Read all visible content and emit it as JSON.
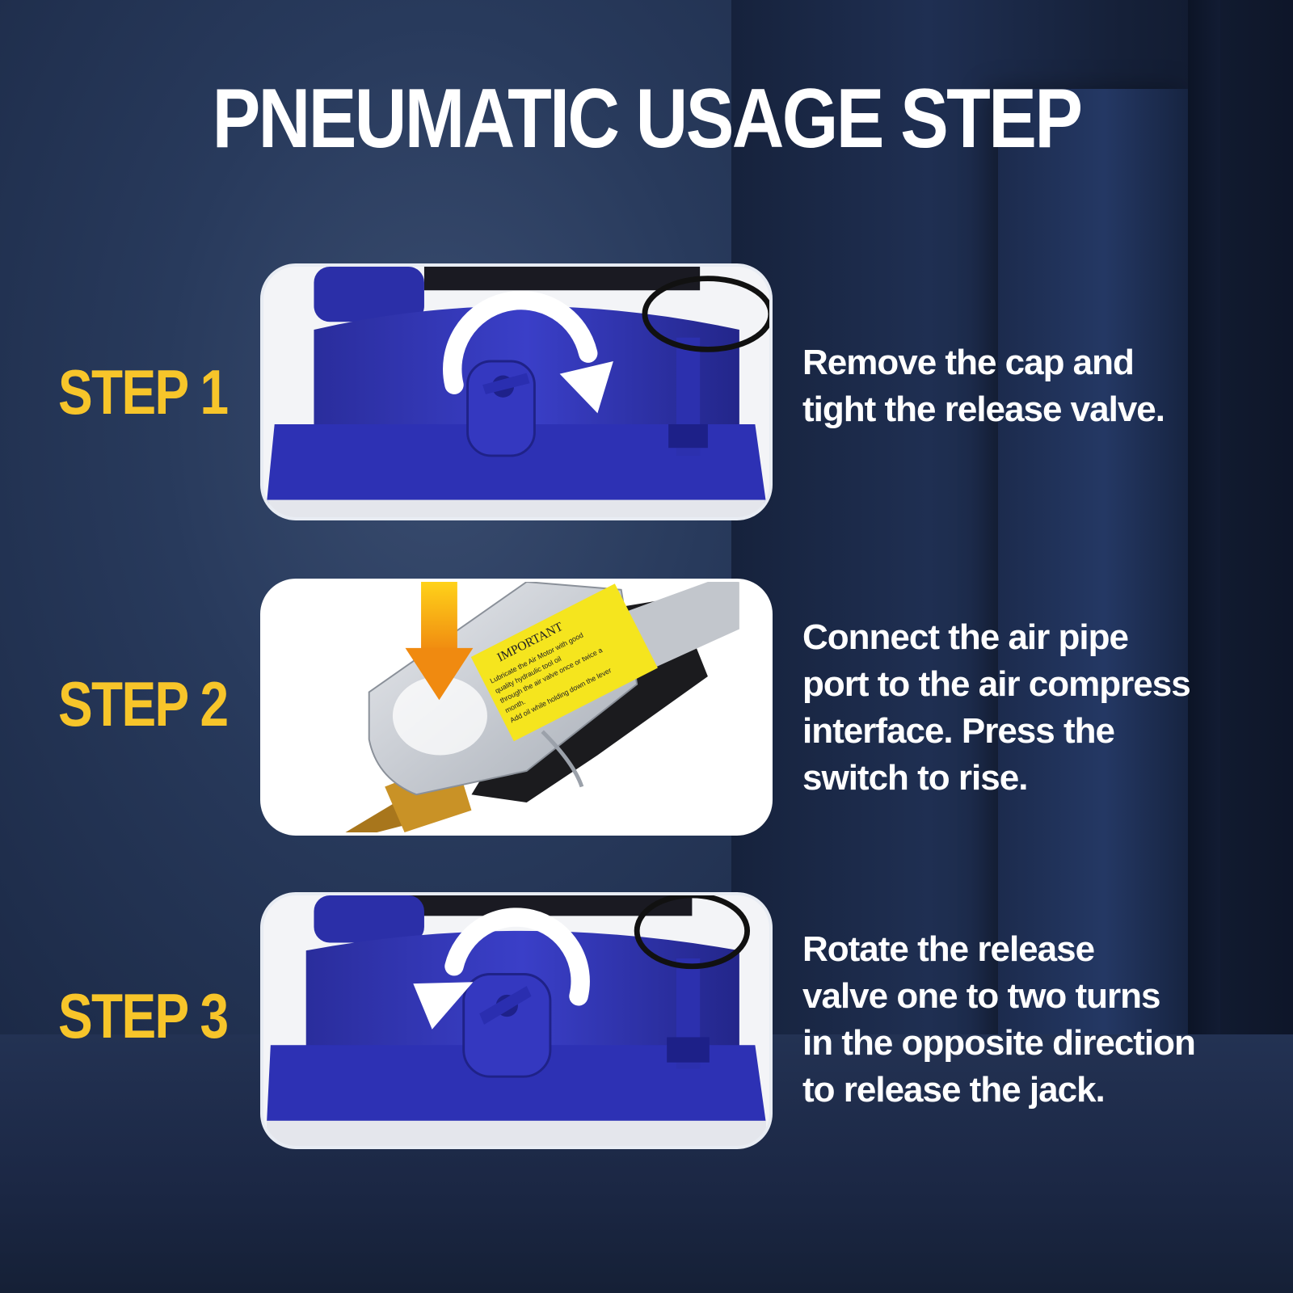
{
  "title": "PNEUMATIC USAGE STEP",
  "steps": [
    {
      "label": "STEP 1",
      "lines": [
        "Remove the cap and",
        "tight the release valve."
      ]
    },
    {
      "label": "STEP 2",
      "lines": [
        "Connect the air pipe",
        "port to the air compress",
        "interface. Press the",
        "switch to rise."
      ],
      "sticker": {
        "heading": "IMPORTANT",
        "text": [
          "Lubricate the Air Motor with good",
          "quality hydraulic tool oil",
          "through the air valve once or twice a",
          "month.",
          "Add oil while holding down the lever"
        ]
      }
    },
    {
      "label": "STEP 3",
      "lines": [
        "Rotate the release",
        "valve one to two turns",
        "in the opposite direction",
        "to release the jack."
      ]
    }
  ],
  "colors": {
    "accent": "#f7c52a",
    "jack_blue": "#2a2fb0",
    "text": "#ffffff",
    "background": "#1a2540"
  },
  "icons": {
    "step1_arrow": "clockwise-arrow-icon",
    "step2_arrow": "down-arrow-icon",
    "step3_arrow": "counterclockwise-arrow-icon"
  }
}
